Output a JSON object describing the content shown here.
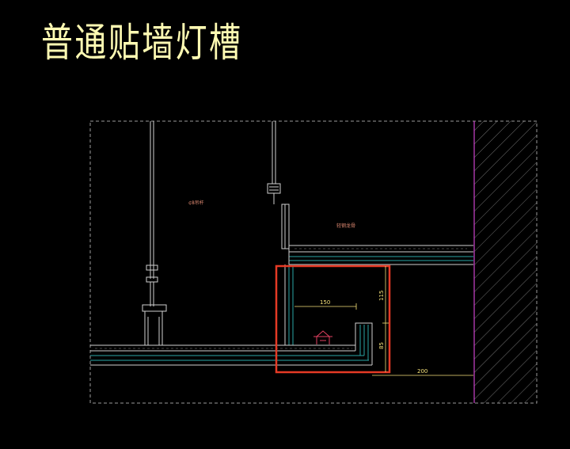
{
  "title": "普通贴墙灯槽",
  "labels": {
    "ceiling_left": "¢8吊杆",
    "ceiling_right": "轻钢龙骨"
  },
  "dimensions": {
    "d150": "150",
    "d115": "115",
    "d85": "85",
    "d200": "200"
  },
  "colors": {
    "background": "#000000",
    "title": "#fffbb3",
    "frame": "#9a9a9a",
    "highlight": "#e53a25",
    "wall_edge": "#cc44cc",
    "board": "#2aa6a6",
    "dimension": "#f6e27a",
    "fixture": "#e04060"
  }
}
